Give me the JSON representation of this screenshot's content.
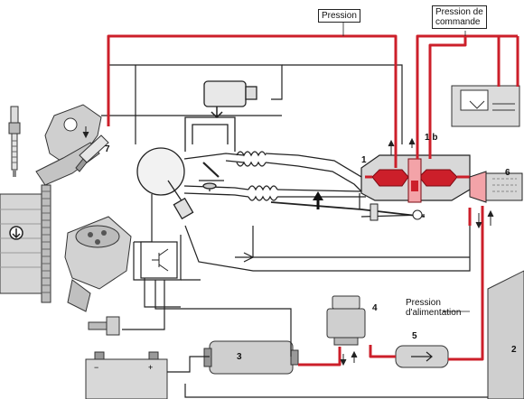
{
  "labels": {
    "pression": "Pression",
    "pression_commande_1": "Pression de",
    "pression_commande_2": "commande",
    "pression_alimentation_1": "Pression",
    "pression_alimentation_2": "d'alimentation"
  },
  "numbers": {
    "n1": "1",
    "n1b": "1 b",
    "n2": "2",
    "n3": "3",
    "n4": "4",
    "n5": "5",
    "n6": "6",
    "n7": "7"
  },
  "colors": {
    "fuel_line": "#cc1f2a",
    "fuel_light": "#f3a3a8",
    "line": "#222222",
    "gray": "#c8c8c8",
    "dark_gray": "#8a8a8a"
  }
}
